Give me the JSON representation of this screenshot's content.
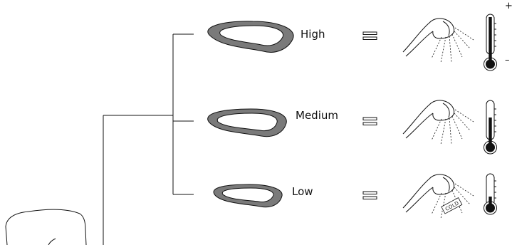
{
  "levels": [
    {
      "label": "High"
    },
    {
      "label": "Medium"
    },
    {
      "label": "Low",
      "badge": "COLD"
    }
  ],
  "scale": {
    "plus": "+",
    "minus": "–"
  },
  "colors": {
    "ring": "#7a7a7a",
    "stroke": "#111111",
    "mercury": "#111111"
  },
  "icons": [
    "device-icon",
    "knob-icon",
    "equals-icon",
    "shower-head-icon",
    "thermometer-icon"
  ]
}
